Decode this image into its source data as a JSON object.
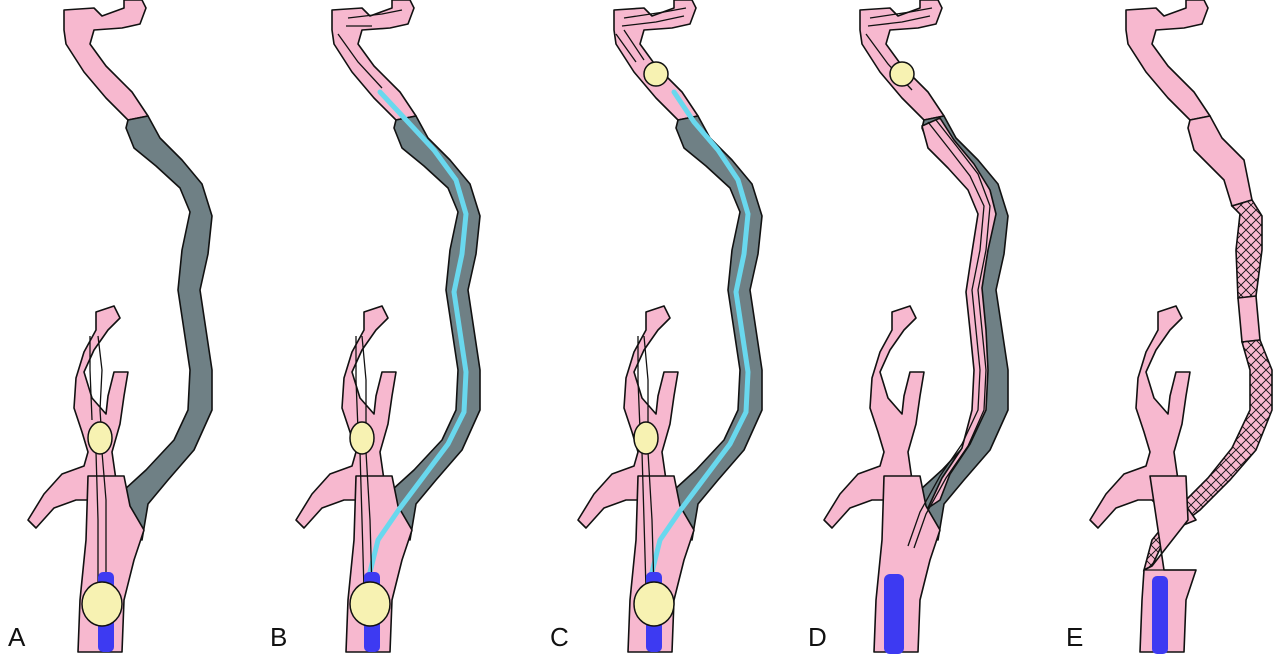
{
  "figure": {
    "panels": [
      {
        "label": "A"
      },
      {
        "label": "B"
      },
      {
        "label": "C"
      },
      {
        "label": "D"
      },
      {
        "label": "E"
      }
    ]
  },
  "colors": {
    "vessel": "#f7b8cf",
    "occlusion": "#6f8085",
    "catheter": "#69d8ee",
    "balloon": "#f7f2b2",
    "sheath": "#3d3af2",
    "outline": "#111111"
  }
}
